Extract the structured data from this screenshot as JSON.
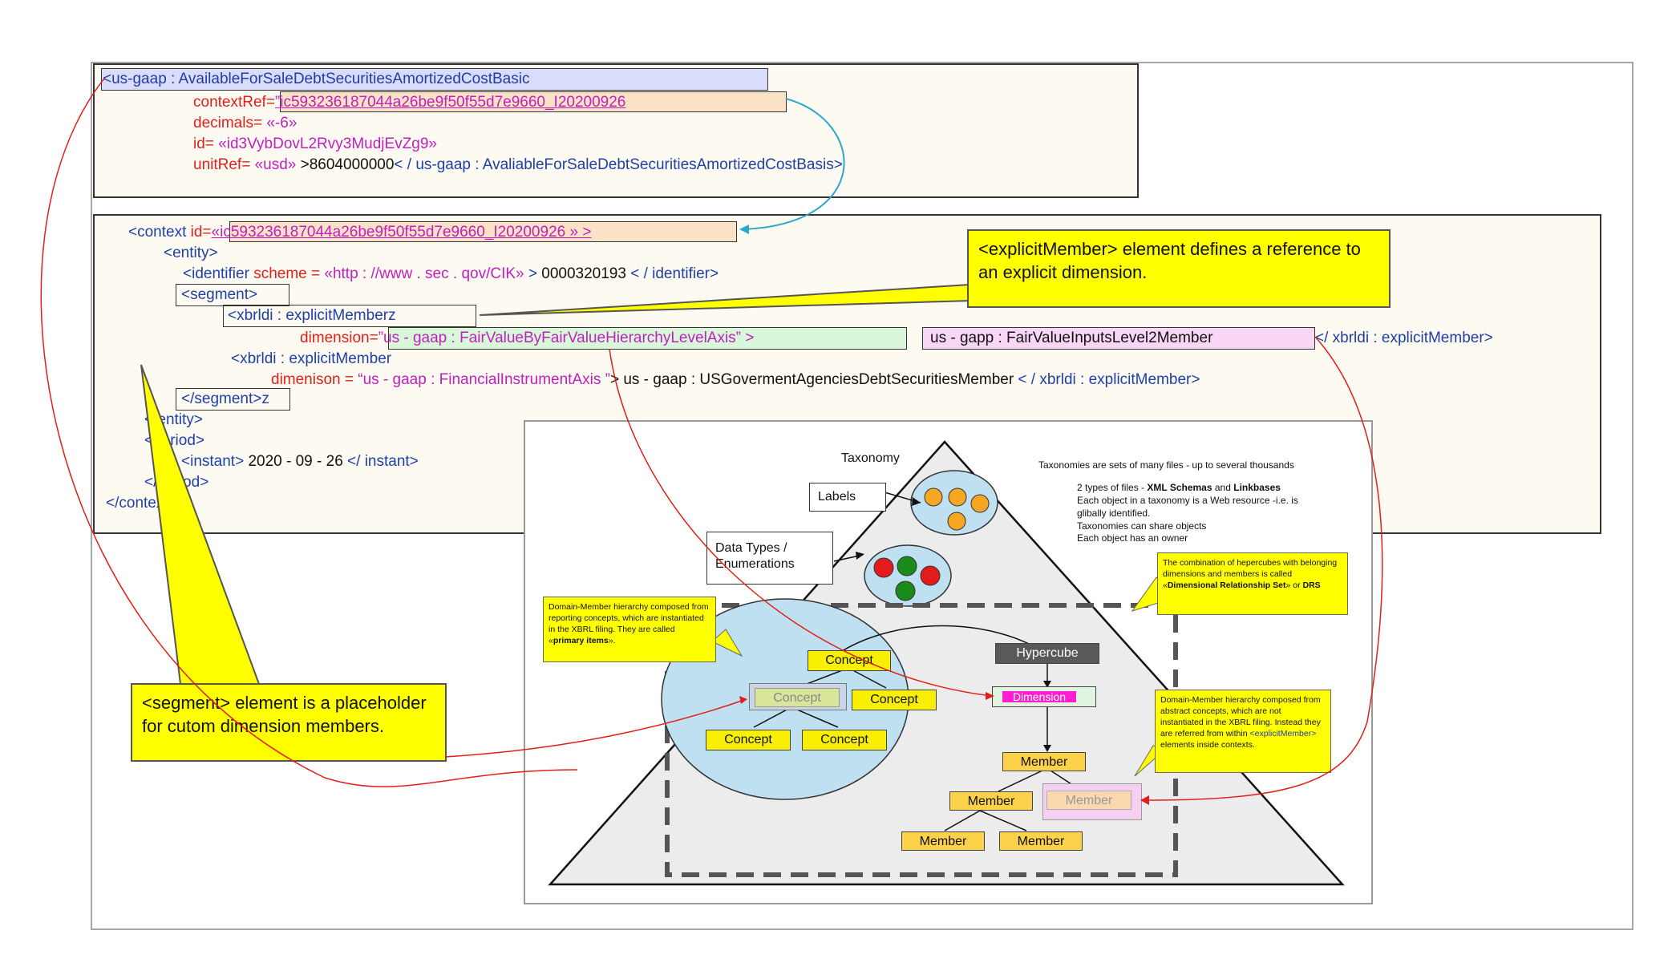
{
  "fact": {
    "open_tag": "<us-gaap : AvailableForSaleDebtSecuritiesAmortizedCostBasic",
    "contextRef_attr": "contextRef=",
    "contextRef_val": "”ic593236187044a26be9f50f55d7e9660_I20200926",
    "decimals_attr": "decimals= ",
    "decimals_val": "«-6»",
    "id_attr": "id= ",
    "id_val": "«id3VybDovL2Rvy3MudjEvZg9»",
    "unitRef_attr": "unitRef= ",
    "unitRef_val": "«usd»",
    "value": " >8604000000",
    "close_tag": "< / us-gaap : AvaliableForSaleDebtSecuritiesAmortizedCostBasis>"
  },
  "context": {
    "line1_tag": "<context ",
    "line1_attr": "id=",
    "line1_val": "«ic593236187044a26be9f50f55d7e9660_I20200926 » >",
    "entity_open": "<entity>",
    "identifier_tag": "<identifier ",
    "identifier_attr": "scheme = ",
    "identifier_val": "«http : //www . sec . qov/CIK»",
    "identifier_blue": " > ",
    "identifier_num": "0000320193",
    "identifier_close": " < / identifier>",
    "segment_open": "<segment>",
    "explicit1_tag": "<xbrldi : explicitMemberz",
    "dim1_attr": "dimension=",
    "dim1_val": "”us - gaap : FairValueByFairValueHierarchyLevelAxis” >",
    "member1": "us - gapp : FairValueInputsLevel2Member",
    "member1_close": "</ xbrldi : explicitMember>",
    "explicit2_tag": "<xbrldi : explicitMember",
    "dim2_attr": "dimenison = ",
    "dim2_val": "“us - gaap : FinancialInstrumentAxis ”",
    "dim2_rest": "> us - gaap : USGovermentAgenciesDebtSecuritiesMember",
    "dim2_close": " < / xbrldi : explicitMember>",
    "segment_close": "</segment>z",
    "entity_close": "</entity>",
    "period_open": "<period>",
    "instant_open": "<instant>",
    "instant_val": " 2020 - 09 - 26 ",
    "instant_close": "</ instant>",
    "period_close": "</period>",
    "context_close": "</context>"
  },
  "callouts": {
    "explicit_member": "<explicitMember>  element defines a reference to an explicit dimension.",
    "segment": "<segment> element is a placeholder for cutom dimension members."
  },
  "taxonomy": {
    "title": "Taxonomy",
    "intro": "Taxonomies are sets of many files - up to several thousands",
    "types_prefix": "2 types of files - ",
    "types_a": "XML Schemas",
    "types_and": " and ",
    "types_b": "Linkbases",
    "line2": "Each object in a taxonomy is a Web resource -i.e. is",
    "line3": "glibally identified.",
    "line4": "Taxonomies can share objects",
    "line5": "Each object has an owner",
    "labels_box": "Labels",
    "datatypes_box": "Data Types / Enumerations",
    "drs_note_pre": "The combination of hepercubes with belonging dimensions and members is called «",
    "drs_note_bold": "Dimensional Relationship Set",
    "drs_note_mid": "» or ",
    "drs_note_bold2": "DRS",
    "primary_note_pre": "Domain-Member hierarchy composed from reporting concepts, which are instantiated in the XBRL filing. They are called «",
    "primary_note_bold": "primary items",
    "primary_note_post": "».",
    "dim_note_pre": "Domain-Member hierarchy composed from abstract concepts, which are not instantiated in the XBRL filing. Instead they are referred from within ",
    "dim_note_link": "<explicitMember>",
    "dim_note_post": " elements inside contexts.",
    "concept_top": "Concept",
    "concept_faded": "Concept",
    "concept_right": "Concept",
    "concept_bl": "Concept",
    "concept_br": "Concept",
    "hypercube": "Hypercube",
    "dimension": "Dimension",
    "member_top": "Member",
    "member_mid": "Member",
    "member_faded": "Member",
    "member_bl": "Member",
    "member_br": "Member"
  },
  "colors": {
    "tag_blue": "#1f3fa6",
    "attr_red": "#e0201c",
    "value_magenta": "#c01fbf",
    "callout_yellow": "#ffff00",
    "connector_red": "#e0201c",
    "connector_teal": "#2aa7c9"
  }
}
